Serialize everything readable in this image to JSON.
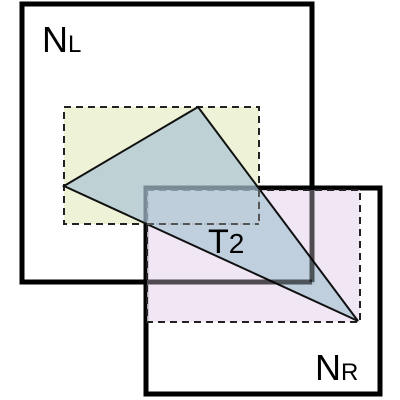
{
  "labels": {
    "node_left_main": "N",
    "node_left_sub": "L",
    "node_right_main": "N",
    "node_right_sub": "R",
    "triangle_main": "T",
    "triangle_sub": "2"
  },
  "colors": {
    "background": "#ffffff",
    "box_stroke": "#000000",
    "left_region_fill": "#eef2d6",
    "right_region_fill": "#ecdff0",
    "triangle_fill": "#bcd3dc",
    "triangle_stroke": "#111111",
    "dashed_stroke": "#222222"
  }
}
